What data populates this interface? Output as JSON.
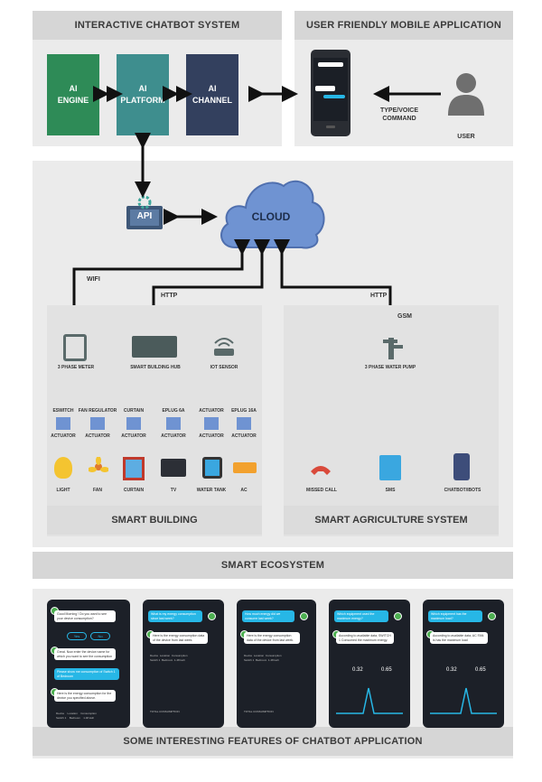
{
  "headers": {
    "chatbot_system": "INTERACTIVE CHATBOT SYSTEM",
    "mobile_app": "USER FRIENDLY MOBILE APPLICATION",
    "smart_ecosystem": "SMART ECOSYSTEM",
    "features": "SOME INTERESTING FEATURES OF CHATBOT APPLICATION"
  },
  "ai_blocks": [
    {
      "label": "AI\nENGINE",
      "color": "#2e8b57"
    },
    {
      "label": "AI\nPLATFORM",
      "color": "#3e8e8e"
    },
    {
      "label": "AI\nCHANNEL",
      "color": "#33405e"
    }
  ],
  "mobile": {
    "type_voice": "TYPE/VOICE\nCOMMAND",
    "user": "USER"
  },
  "cloud_section": {
    "api": "API",
    "cloud": "CLOUD",
    "wifi": "WIFI",
    "http_left": "HTTP",
    "http_right": "HTTP",
    "gsm": "GSM"
  },
  "smart_building": {
    "title": "SMART BUILDING",
    "meter": "3 PHASE METER",
    "hub": "SMART BUILDING HUB",
    "sensor": "IOT SENSOR",
    "controllers": [
      "ESWITCH",
      "FAN REGULATOR",
      "CURTAIN",
      "EPLUG 6A",
      "ACTUATOR",
      "EPLUG 16A"
    ],
    "actuator": "ACTUATOR",
    "devices": [
      "LIGHT",
      "FAN",
      "CURTAIN",
      "TV",
      "WATER TANK",
      "AC"
    ]
  },
  "smart_agri": {
    "title": "SMART AGRICULTURE SYSTEM",
    "pump": "3 PHASE WATER PUMP",
    "outputs": [
      "MISSED CALL",
      "SMS",
      "CHATBOT/IBOTS"
    ]
  },
  "phones": [
    {
      "question": "Good Morning ! Do you want to see your device consumption?",
      "reply": "Here is the energy consumption for the device you specified above."
    },
    {
      "question": "What is my energy consumption since last week?",
      "reply": "Here is the energy consumption data of the device from last week."
    },
    {
      "question": "How much energy did we consume last week?",
      "reply": "Here is the energy consumption data of the device from last week."
    },
    {
      "question": "Which equipment used the maximum energy?",
      "reply": "According to available data, SWITCH 1 Consumed the maximum energy."
    },
    {
      "question": "Which equipment has the maximum load?",
      "reply": "According to available data, AC FAN is has the maximum load"
    }
  ],
  "phone_ui": {
    "yes": "Yes",
    "no": "No",
    "mid_prompt": "Great. Now enter the device name for which you want to see the consumption",
    "request": "Please show me consumption of Switch 1 of Bedroom",
    "table_cols": [
      "Device",
      "Location",
      "Consumption"
    ],
    "row_device": "Switch 1",
    "row_location": "Bedroom",
    "row_value": "1.48 kwh",
    "total": "TOTAL CONSUMPTION",
    "gauge_a": "0.32",
    "gauge_b": "0.65"
  },
  "colors": {
    "panel": "#ebebeb",
    "header": "#d6d6d6",
    "accent": "#27b7e6",
    "cloud": "#6f93d2",
    "dark_icon": "#5a6a6a"
  }
}
